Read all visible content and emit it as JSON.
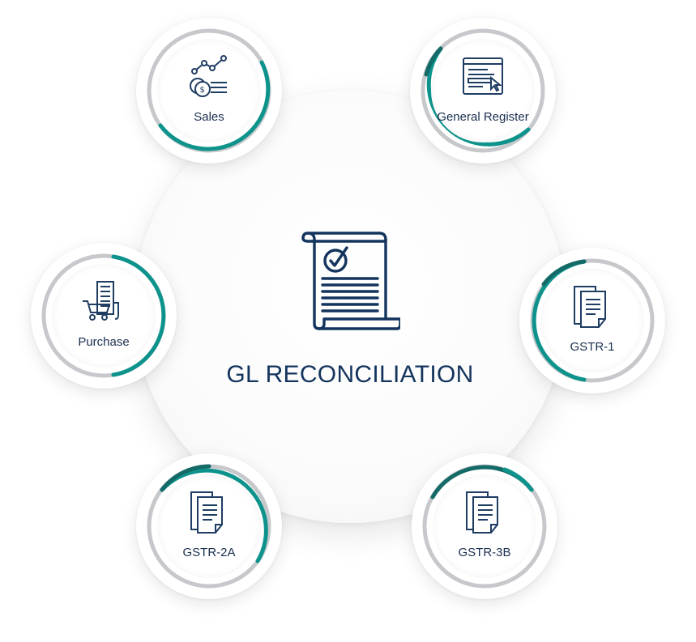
{
  "title": "GL RECONCILIATION",
  "colors": {
    "navy": "#13345d",
    "teal": "#0e938c",
    "dark_teal": "#136a67",
    "ring_gray": "#c6c8cb"
  },
  "nodes": [
    {
      "id": "sales",
      "label": "Sales",
      "icon": "sales-chart-icon"
    },
    {
      "id": "general-register",
      "label": "General Register",
      "icon": "register-window-icon"
    },
    {
      "id": "purchase",
      "label": "Purchase",
      "icon": "shopping-cart-icon"
    },
    {
      "id": "gstr-1",
      "label": "GSTR-1",
      "icon": "documents-icon"
    },
    {
      "id": "gstr-2a",
      "label": "GSTR-2A",
      "icon": "documents-icon"
    },
    {
      "id": "gstr-3b",
      "label": "GSTR-3B",
      "icon": "documents-icon"
    }
  ]
}
